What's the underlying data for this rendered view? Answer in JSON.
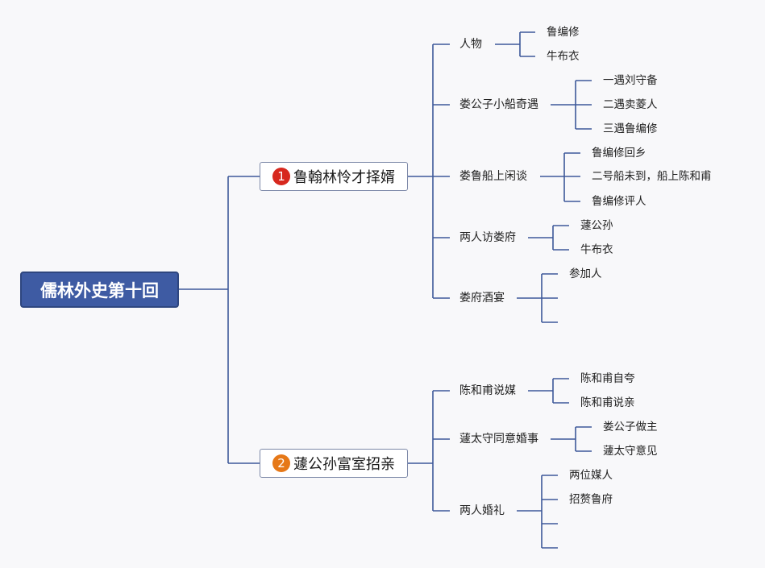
{
  "root": "儒林外史第十回",
  "branches": [
    {
      "number": "1",
      "label": "鲁翰林怜才择婿",
      "topics": [
        {
          "label": "人物",
          "leaves": [
            "鲁编修",
            "牛布衣"
          ]
        },
        {
          "label": "娄公子小船奇遇",
          "leaves": [
            "一遇刘守备",
            "二遇卖菱人",
            "三遇鲁编修"
          ]
        },
        {
          "label": "娄鲁船上闲谈",
          "leaves": [
            "鲁编修回乡",
            "二号船未到，船上陈和甫",
            "鲁编修评人"
          ]
        },
        {
          "label": "两人访娄府",
          "leaves": [
            "蘧公孙",
            "牛布衣"
          ]
        },
        {
          "label": "娄府酒宴",
          "leaves": [
            "参加人",
            "",
            ""
          ]
        }
      ]
    },
    {
      "number": "2",
      "label": "蘧公孙富室招亲",
      "topics": [
        {
          "label": "陈和甫说媒",
          "leaves": [
            "陈和甫自夸",
            "陈和甫说亲"
          ]
        },
        {
          "label": "蘧太守同意婚事",
          "leaves": [
            "娄公子做主",
            "蘧太守意见"
          ]
        },
        {
          "label": "两人婚礼",
          "leaves": [
            "两位媒人",
            "招赘鲁府",
            "",
            ""
          ]
        }
      ]
    }
  ],
  "colors": {
    "line": "#3d5899",
    "root_fill": "#3e5ba3",
    "badge_1": "#d7281e",
    "badge_2": "#e67817"
  }
}
